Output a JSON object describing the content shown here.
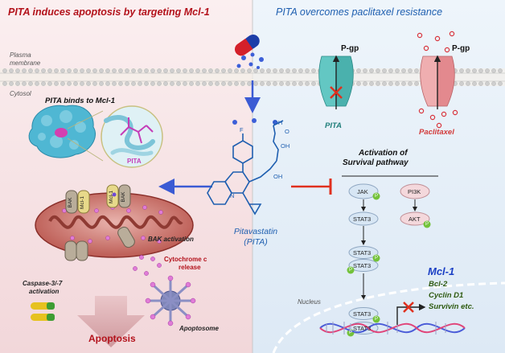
{
  "left_panel": {
    "title": "PITA induces apoptosis by targeting Mcl-1",
    "binding_label": "PITA binds to Mcl-1",
    "pita_zoom_label": "PITA",
    "bak_activation": "BAK activation",
    "cytochrome_release": [
      "Cytochrome c",
      "release"
    ],
    "caspase": [
      "Caspase-3/-7",
      "activation"
    ],
    "apoptosome": "Apoptosome",
    "apoptosis": "Apoptosis",
    "proteins": {
      "bak": "BAK",
      "mcl1": "Mcl-1"
    }
  },
  "right_panel": {
    "title": "PITA overcomes paclitaxel resistance",
    "pgp_label": "P-gp",
    "pita_label": "PITA",
    "paclitaxel_label": "Paclitaxel",
    "survival_title": [
      "Activation of",
      "Survival pathway"
    ],
    "pathway": {
      "jak": "JAK",
      "pi3k": "PI3K",
      "stat3": "STAT3",
      "akt": "AKT",
      "phospho": "P"
    },
    "nucleus": "Nucleus",
    "targets_head": "Mcl-1",
    "targets": [
      "Bcl-2",
      "Cyclin D1",
      "Survivin etc."
    ]
  },
  "membrane": {
    "plasma": [
      "Plasma",
      "membrane"
    ],
    "cytosol": "Cytosol"
  },
  "drug": {
    "name": "Pitavastatin",
    "abbr": "(PITA)",
    "atoms": {
      "f": "F",
      "n": "N",
      "oh": "OH",
      "o": "O"
    }
  },
  "colors": {
    "left_bg": "#f7e3e5",
    "right_bg": "#e5eff8",
    "title_red": "#b3121b",
    "title_blue": "#1f5fb0",
    "inhibit_red": "#e0301e"
  }
}
